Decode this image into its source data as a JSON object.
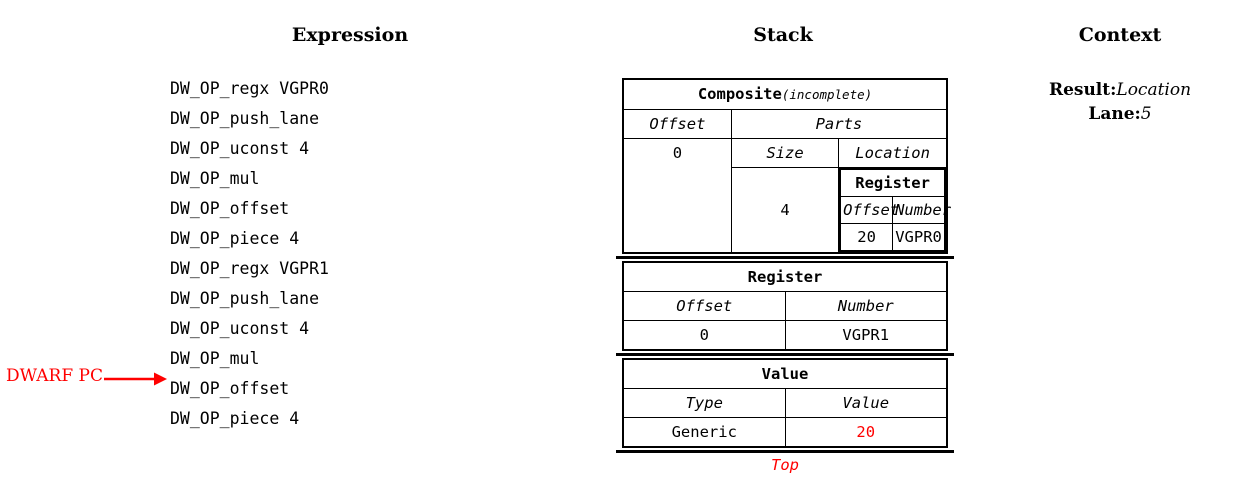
{
  "columns": {
    "expression_header": "Expression",
    "stack_header": "Stack",
    "context_header": "Context"
  },
  "expression": {
    "lines": [
      "DW_OP_regx VGPR0",
      "DW_OP_push_lane",
      "DW_OP_uconst 4",
      "DW_OP_mul",
      "DW_OP_offset",
      "DW_OP_piece 4",
      "DW_OP_regx VGPR1",
      "DW_OP_push_lane",
      "DW_OP_uconst 4",
      "DW_OP_mul",
      "DW_OP_offset",
      "DW_OP_piece 4"
    ],
    "pc_marker_label": "DWARF PC",
    "pc_marker_color": "#ff0000",
    "pc_points_to_line_index": 10
  },
  "stack": {
    "top_label": "Top",
    "top_label_color": "#ff0000",
    "entries": [
      {
        "title": "Composite",
        "title_suffix": "(incomplete)",
        "offset_header": "Offset",
        "offset_value": "0",
        "parts_header": "Parts",
        "size_header": "Size",
        "location_header": "Location",
        "size_value": "4",
        "location": {
          "title": "Register",
          "offset_header": "Offset",
          "number_header": "Number",
          "offset_value": "20",
          "number_value": "VGPR0"
        }
      },
      {
        "title": "Register",
        "col1_header": "Offset",
        "col2_header": "Number",
        "col1_value": "0",
        "col2_value": "VGPR1"
      },
      {
        "title": "Value",
        "col1_header": "Type",
        "col2_header": "Value",
        "col1_value": "Generic",
        "col2_value": "20",
        "col2_value_color": "#ff0000"
      }
    ]
  },
  "context": {
    "result_key": "Result:",
    "result_value": "Location",
    "lane_key": "Lane:",
    "lane_value": "5"
  }
}
